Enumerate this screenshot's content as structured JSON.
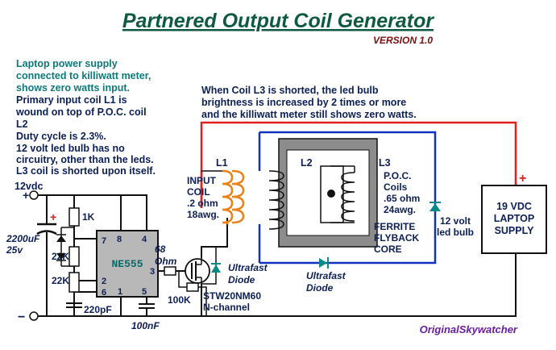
{
  "title": "Partnered Output Coil Generator",
  "version": "VERSION 1.0",
  "notes_teal": [
    "Laptop power supply",
    "connected to killiwatt meter,",
    "shows zero watts input."
  ],
  "notes_main": [
    "Primary input coil L1 is",
    "wound on top of P.O.C. coil",
    "L2",
    "Duty cycle is 2.3%.",
    "12 volt led bulb has no",
    "circuitry, other than the leds.",
    "L3 coil is shorted upon itself."
  ],
  "shorted_note": [
    "When Coil L3 is shorted, the led bulb",
    "brightness is increased by 2 times or more",
    "and the killiwatt meter still shows zero watts."
  ],
  "supply": {
    "volt": "12vdc",
    "plus": "+",
    "minus": "−"
  },
  "cap_big": {
    "plus": "+",
    "value": "2200uF",
    "volt": "25v"
  },
  "r1k": "1K",
  "r22k_a": "22K",
  "r22k_b": "22K",
  "c220": "220pF",
  "c100": "100nF",
  "ic": {
    "label": "NE555",
    "pins": [
      "7",
      "8",
      "4",
      "2",
      "6",
      "1",
      "5",
      "3"
    ]
  },
  "r68": [
    "68",
    "Ohm"
  ],
  "r100k": "100K",
  "mosfet": [
    "STW20NM60",
    "N-channel"
  ],
  "diode_ultra": [
    "Ultrafast",
    "Diode"
  ],
  "diode_bottom": [
    "Ultrafast",
    "Diode"
  ],
  "l1": "L1",
  "input_coil": [
    "INPUT",
    "COIL",
    ".2 ohm",
    "18awg."
  ],
  "l2": "L2",
  "l3": "L3",
  "poc": [
    "P.O.C.",
    "Coils",
    ".65 ohm",
    "24awg."
  ],
  "ferrite": [
    "FERRITE",
    "FLYBACK",
    "CORE"
  ],
  "led": [
    "12 volt",
    "led bulb"
  ],
  "laptop": {
    "lines": [
      "19 VDC",
      "LAPTOP",
      "SUPPLY"
    ],
    "plus": "+"
  },
  "credit": "OriginalSkywatcher",
  "colors": {
    "red_wire": "#e02020",
    "blue_wire": "#1030c0",
    "coil_orange": "#e8821a",
    "core_fill": "#8c8c8c",
    "ic_fill": "#b8b8b8",
    "text_navy": "#0d1f57",
    "teal_text": "#0d7a7a",
    "diode_teal": "#0a8a86",
    "credit_purple": "#6a1fa3"
  }
}
